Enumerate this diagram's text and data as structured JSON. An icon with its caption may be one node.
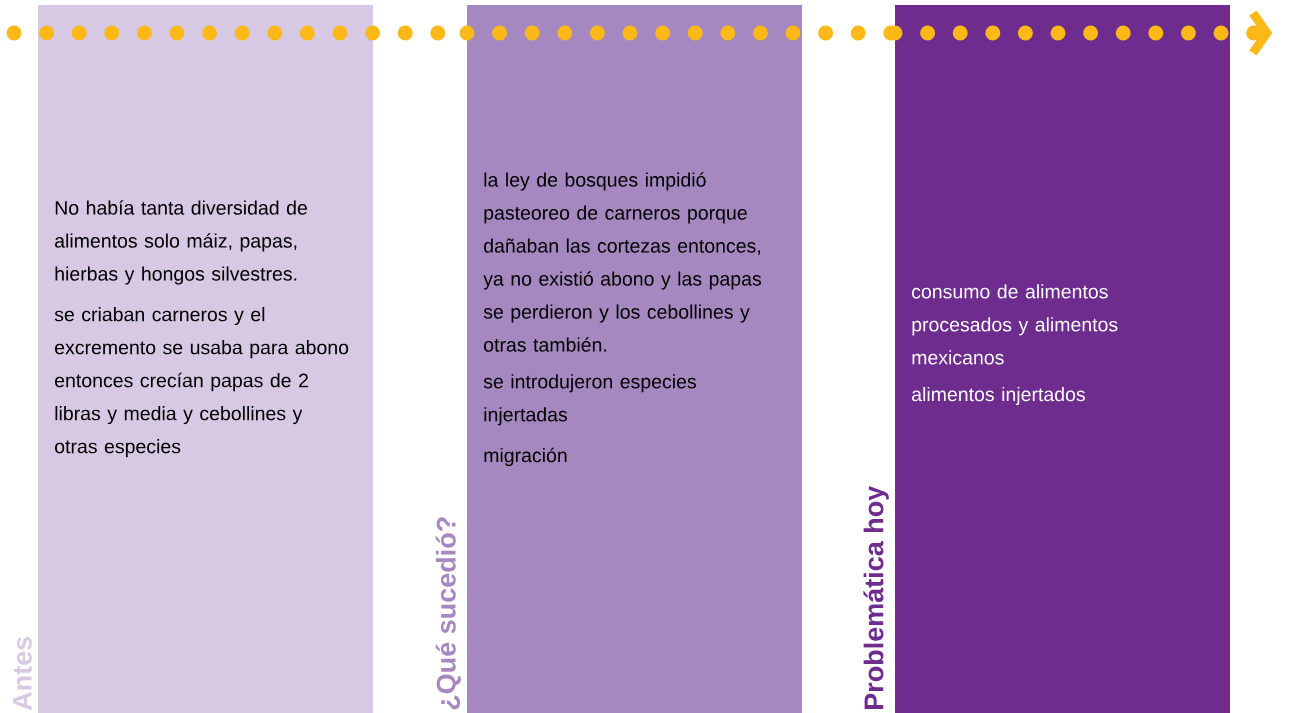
{
  "diagram": {
    "nodes": [
      {
        "text": [
          "Antes",
          "No había tanta diversidad de alimentos solo máiz, papas, hierbas y hongos silvestres.",
          "se criaban carneros y el excremento se usaba para abono entonces crecían papas de 2 libras y media y cebollines y otras especies"
        ]
      },
      {
        "text": [
          "¿Qué sucedió?",
          "la ley de bosques impidió pasteoreo de carneros porque dañaban las cortezas entonces, ya no existió abono y las papas se perdieron y los cebollines y otras también.",
          "se introdujeron especies injertadas",
          "migración"
        ]
      },
      {
        "text": [
          "Problemática hoy",
          "consumo de alimentos procesados y alimentos mexicanos",
          "alimentos injertados"
        ]
      }
    ],
    "edges": [
      {
        "from": 0,
        "to": 1,
        "arrow": "none",
        "style": "dashed",
        "color": "#fbb817"
      },
      {
        "from": 1,
        "to": 2,
        "arrow": "none",
        "style": "dashed",
        "color": "#fbb817"
      },
      {
        "from": 2,
        "to": null,
        "arrow": "to",
        "style": "dashed",
        "color": "#fbb817"
      }
    ]
  }
}
